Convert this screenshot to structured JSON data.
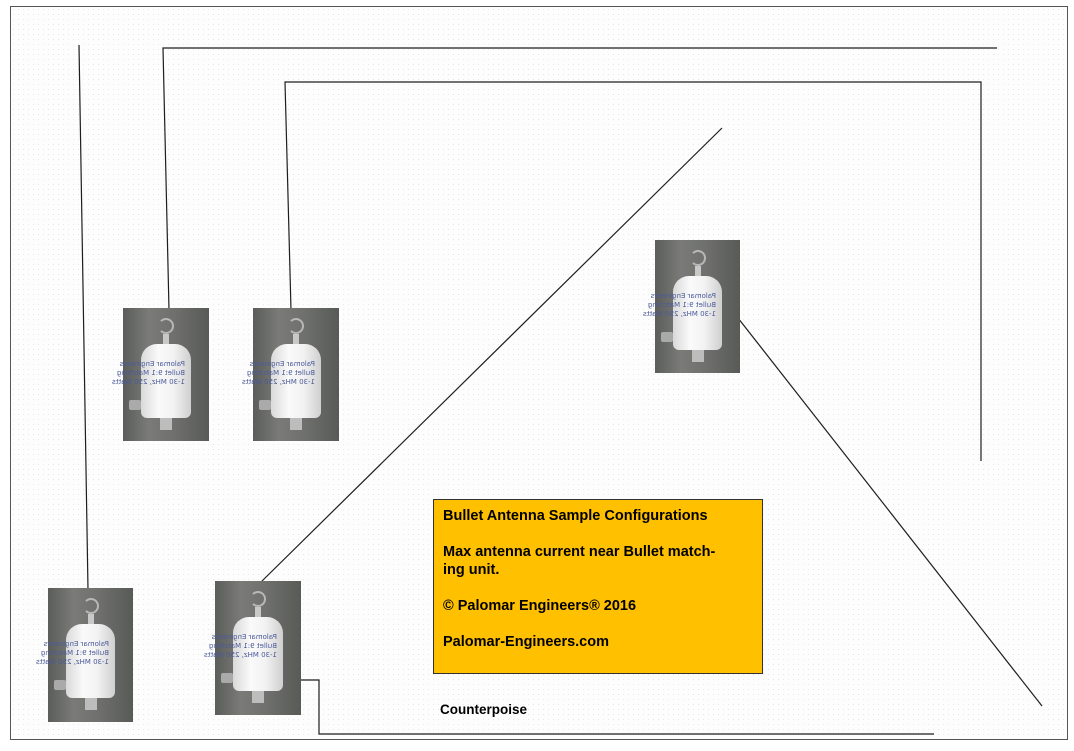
{
  "diagram": {
    "colors": {
      "info_box_bg": "#ffc000",
      "wire": "#1e1e1e",
      "frame_border": "#555555"
    },
    "info_box": {
      "title": "Bullet Antenna Sample Configurations",
      "line_current_1": "Max antenna current near Bullet match-",
      "line_current_2": "ing unit.",
      "copyright": "© Palomar Engineers® 2016",
      "website": "Palomar-Engineers.com"
    },
    "counterpoise_label": "Counterpoise",
    "unit_label_lines": [
      "Palomar Engineers",
      "Bullet 9:1 Matching",
      "1-30 MHz, 250 Watts"
    ]
  }
}
